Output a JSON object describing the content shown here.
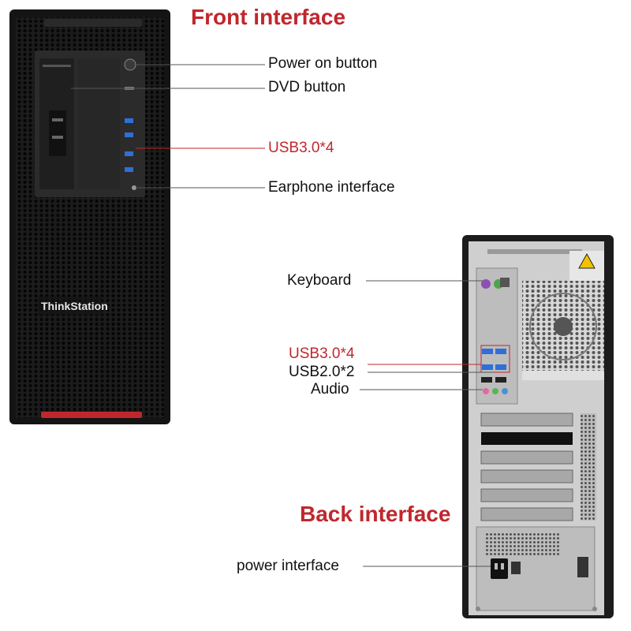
{
  "front": {
    "heading": "Front interface",
    "brand": "ThinkStation",
    "labels": {
      "power_button": "Power on button",
      "dvd_button": "DVD button",
      "usb30": "USB3.0*4",
      "earphone": "Earphone interface"
    }
  },
  "back": {
    "heading": "Back interface",
    "labels": {
      "keyboard": "Keyboard",
      "usb30": "USB3.0*4",
      "usb20": "USB2.0*2",
      "audio": "Audio",
      "power": "power interface"
    }
  },
  "colors": {
    "accent_red": "#c0272d",
    "usb3_blue": "#2f6fd6",
    "case_black": "#1a1a1a"
  }
}
